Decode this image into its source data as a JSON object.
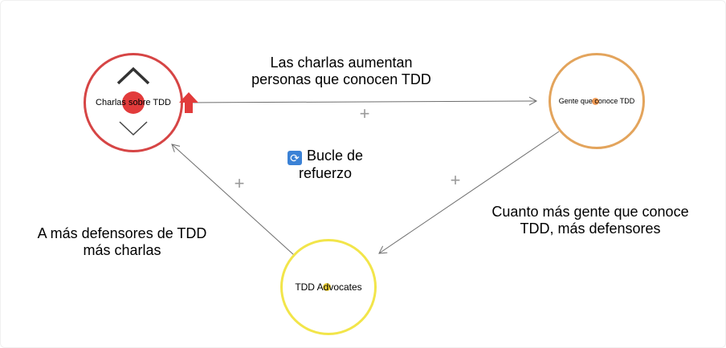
{
  "nodes": {
    "talks": {
      "label": "Charlas sobre TDD",
      "color": "#d64545"
    },
    "people": {
      "label": "Gente que conoce TDD",
      "color": "#e3a45c"
    },
    "advocates": {
      "label": "TDD Advocates",
      "color": "#f2e54a"
    }
  },
  "edges": {
    "talks_to_people": {
      "line1": "Las charlas aumentan",
      "line2": "personas que conocen TDD",
      "polarity": "+"
    },
    "people_to_advocates": {
      "line1": "Cuanto más gente que conoce",
      "line2": "TDD, más defensores",
      "polarity": "+"
    },
    "advocates_to_talks": {
      "line1": "A más defensores de TDD",
      "line2": "más charlas",
      "polarity": "+"
    }
  },
  "loop": {
    "icon": "reinforcing-loop-icon",
    "line1": "Bucle de",
    "line2": "refuerzo"
  },
  "colors": {
    "link": "#6d6d6d",
    "plus": "#9a9a9a",
    "increase_arrow": "#e23b3b"
  }
}
